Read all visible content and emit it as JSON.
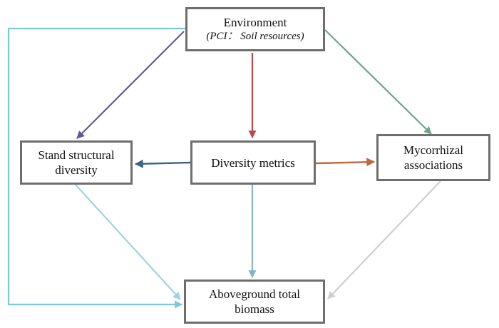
{
  "nodes": {
    "environment": {
      "title": "Environment",
      "subtitle": "(PCI： Soil resources)"
    },
    "stand_structural_diversity": {
      "line1": "Stand structural",
      "line2": "diversity"
    },
    "diversity_metrics": {
      "label": "Diversity metrics"
    },
    "mycorrhizal_associations": {
      "line1": "Mycorrhizal",
      "line2": "associations"
    },
    "aboveground_total_biomass": {
      "line1": "Aboveground total",
      "line2": "biomass"
    }
  },
  "edges": [
    {
      "from": "environment",
      "to": "stand_structural_diversity",
      "color": "#5f5a99"
    },
    {
      "from": "environment",
      "to": "diversity_metrics",
      "color": "#b84a4a"
    },
    {
      "from": "environment",
      "to": "mycorrhizal_associations",
      "color": "#6aa58c"
    },
    {
      "from": "environment",
      "to": "aboveground_total_biomass",
      "color": "#7cc6de"
    },
    {
      "from": "diversity_metrics",
      "to": "stand_structural_diversity",
      "color": "#3e6384"
    },
    {
      "from": "diversity_metrics",
      "to": "mycorrhizal_associations",
      "color": "#c1673a"
    },
    {
      "from": "diversity_metrics",
      "to": "aboveground_total_biomass",
      "color": "#86b4c4"
    },
    {
      "from": "stand_structural_diversity",
      "to": "aboveground_total_biomass",
      "color": "#9ed3df"
    },
    {
      "from": "mycorrhizal_associations",
      "to": "aboveground_total_biomass",
      "color": "#cfcfcf"
    }
  ]
}
